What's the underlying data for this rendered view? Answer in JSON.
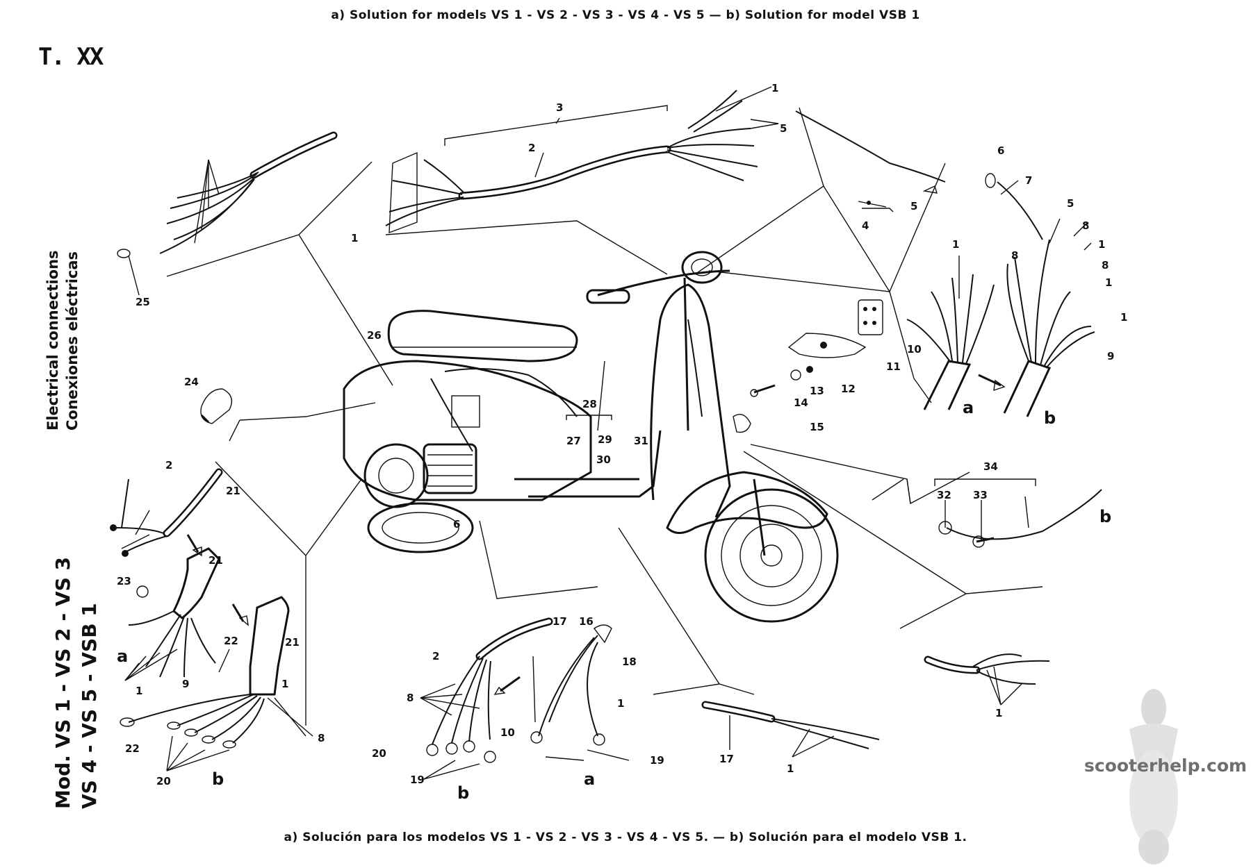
{
  "captions": {
    "top": "a) Solution for models VS 1 - VS 2 - VS 3 - VS 4 - VS 5  —  b) Solution for model VSB 1",
    "bottom": "a) Solución para los modelos VS 1 - VS 2 - VS 3 - VS 4 - VS 5.  —  b) Solución para el modelo VSB 1."
  },
  "plate": "T. XX",
  "side_title": [
    "Electrical connections",
    "Conexiones eléctricas"
  ],
  "side_models": [
    "Mod. VS 1 - VS 2 - VS 3",
    "VS 4 - VS 5 - VSB 1"
  ],
  "watermark": "scooterhelp.com",
  "labels": {
    "n1": "1",
    "n2": "2",
    "n3": "3",
    "n4": "4",
    "n5": "5",
    "n6": "6",
    "n7": "7",
    "n8": "8",
    "n9": "9",
    "n10": "10",
    "n11": "11",
    "n12": "12",
    "n13": "13",
    "n14": "14",
    "n15": "15",
    "n16": "16",
    "n17": "17",
    "n18": "18",
    "n19": "19",
    "n20": "20",
    "n21": "21",
    "n22": "22",
    "n23": "23",
    "n24": "24",
    "n25": "25",
    "n26": "26",
    "n27": "27",
    "n28": "28",
    "n29": "29",
    "n30": "30",
    "n31": "31",
    "n32": "32",
    "n33": "33",
    "n34": "34",
    "a": "a",
    "b": "b"
  }
}
